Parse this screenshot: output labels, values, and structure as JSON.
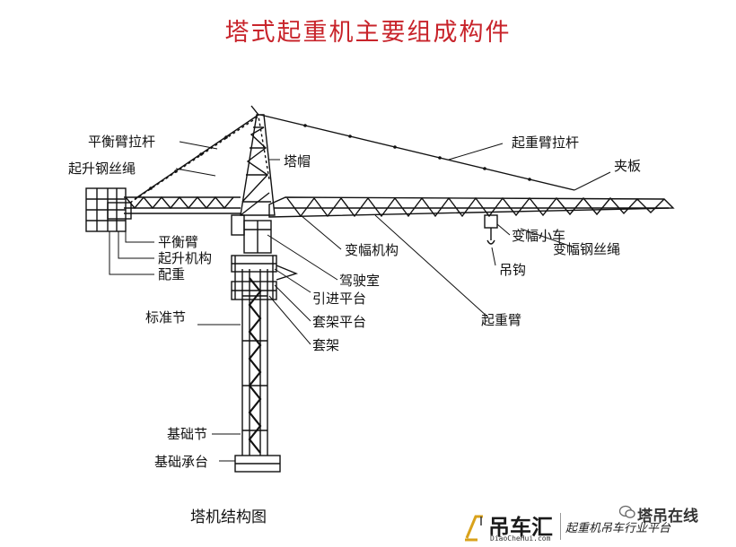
{
  "title": "塔式起重机主要组成构件",
  "caption": "塔机结构图",
  "labels": {
    "pingheng_labagan": "平衡臂拉杆",
    "qisheng_gangsi": "起升钢丝绳",
    "tamao": "塔帽",
    "qizhong_labagan": "起重臂拉杆",
    "jiaban": "夹板",
    "pinghengbi": "平衡臂",
    "qisheng_jigou": "起升机构",
    "peizhong": "配重",
    "bianfu_jigou": "变幅机构",
    "bianfu_xiaoche": "变幅小车",
    "bianfu_gangsi": "变幅钢丝绳",
    "diaogou": "吊钩",
    "jiashishi": "驾驶室",
    "yinjin_pingtai": "引进平台",
    "taojia_pingtai": "套架平台",
    "taojia": "套架",
    "qizhongbi": "起重臂",
    "biaozhunjie": "标准节",
    "jichujie": "基础节",
    "jichu_chengtai": "基础承台"
  },
  "watermark": {
    "account": "塔吊在线",
    "logo_name": "吊车汇",
    "logo_url": "DiaoCheHui.com",
    "slogan": "起重机吊车行业平台"
  },
  "colors": {
    "title": "#c8242b",
    "lines": "#111111",
    "logo_accent": "#d9a21b"
  }
}
